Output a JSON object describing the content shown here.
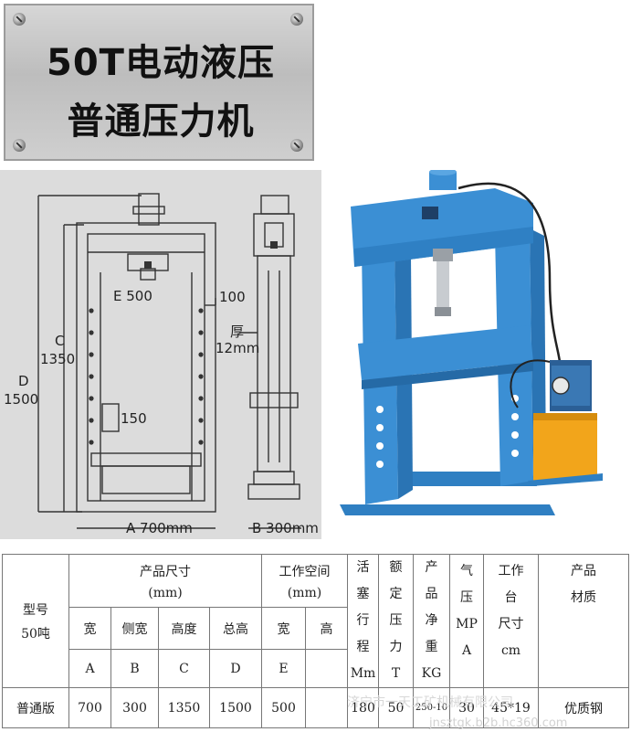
{
  "title": {
    "line1": "50T电动液压",
    "line2": "普通压力机"
  },
  "drawing_labels": {
    "e": "E 500",
    "c_letter": "C",
    "c_value": "1350",
    "d_letter": "D",
    "d_value": "1500",
    "top_100": "100",
    "thickness_a": "厚",
    "thickness_b": "12mm",
    "hole_150": "150",
    "a": "A 700mm",
    "b": "B 300mm"
  },
  "plate_text": "",
  "table": {
    "h_size": "产品尺寸",
    "h_size_unit": "(mm)",
    "h_workspace": "工作空间",
    "h_workspace_unit": "(mm)",
    "h_model_a": "型号",
    "h_model_b": "50吨",
    "h_stroke": [
      "活",
      "塞",
      "行",
      "程",
      "Mm"
    ],
    "h_rated": [
      "额",
      "定",
      "压",
      "力",
      "T"
    ],
    "h_weight": [
      "产",
      "品",
      "净",
      "重",
      "KG"
    ],
    "h_pressure": [
      "气",
      "压",
      "MP",
      "A"
    ],
    "h_table_size": [
      "工作",
      "台",
      "尺寸",
      "cm"
    ],
    "h_material": [
      "产品",
      "材质"
    ],
    "h_width": "宽",
    "h_side_width": "侧宽",
    "h_height": "高度",
    "h_total_height": "总高",
    "h_ws_width": "宽",
    "h_ws_height": "高",
    "code_a": "A",
    "code_b": "B",
    "code_c": "C",
    "code_d": "D",
    "code_e": "E",
    "row": {
      "model": "普通版",
      "width": "700",
      "side_width": "300",
      "height": "1350",
      "total_height": "1500",
      "ws_width": "500",
      "ws_height": "",
      "stroke": "180",
      "rated": "50",
      "weight": "250-10",
      "pressure": "30",
      "table_size": "45*19",
      "material": "优质钢"
    }
  },
  "watermark": {
    "line1": "济宁市一天工矿机械有限公司",
    "line2": "jnsztgk.b2b.hc360.com"
  },
  "colors": {
    "machine_blue": "#3b8fd4",
    "tank_orange": "#f2a51b",
    "plate_gray": "#c8c8c8"
  }
}
